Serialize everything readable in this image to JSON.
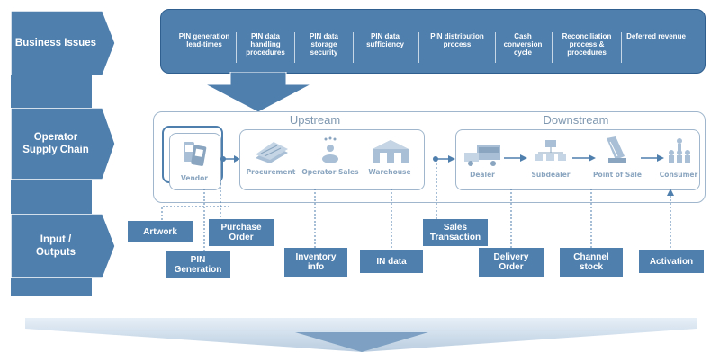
{
  "rows": {
    "business_issues": "Business Issues",
    "operator_supply_chain": "Operator Supply Chain",
    "input_outputs": "Input / Outputs"
  },
  "issues": [
    "PIN generation lead-times",
    "PIN data handling procedures",
    "PIN data storage security",
    "PIN data sufficiency",
    "PIN distribution process",
    "Cash conversion cycle",
    "Reconciliation process & procedures",
    "Deferred revenue"
  ],
  "supply_chain": {
    "upstream_title": "Upstream",
    "downstream_title": "Downstream",
    "nodes": {
      "vendor": "Vendor",
      "procurement": "Procurement",
      "operator_sales": "Operator Sales",
      "warehouse": "Warehouse",
      "dealer": "Dealer",
      "subdealer": "Subdealer",
      "point_of_sale": "Point of Sale",
      "consumer": "Consumer"
    }
  },
  "io": {
    "artwork": "Artwork",
    "purchase_order": "Purchase Order",
    "pin_generation": "PIN Generation",
    "inventory_info": "Inventory info",
    "in_data": "IN data",
    "sales_transaction": "Sales Transaction",
    "delivery_order": "Delivery Order",
    "channel_stock": "Channel stock",
    "activation": "Activation"
  },
  "colors": {
    "primary": "#4f7fad",
    "light": "#9fb6cc",
    "arrow_bg": "#d6e3f0"
  }
}
